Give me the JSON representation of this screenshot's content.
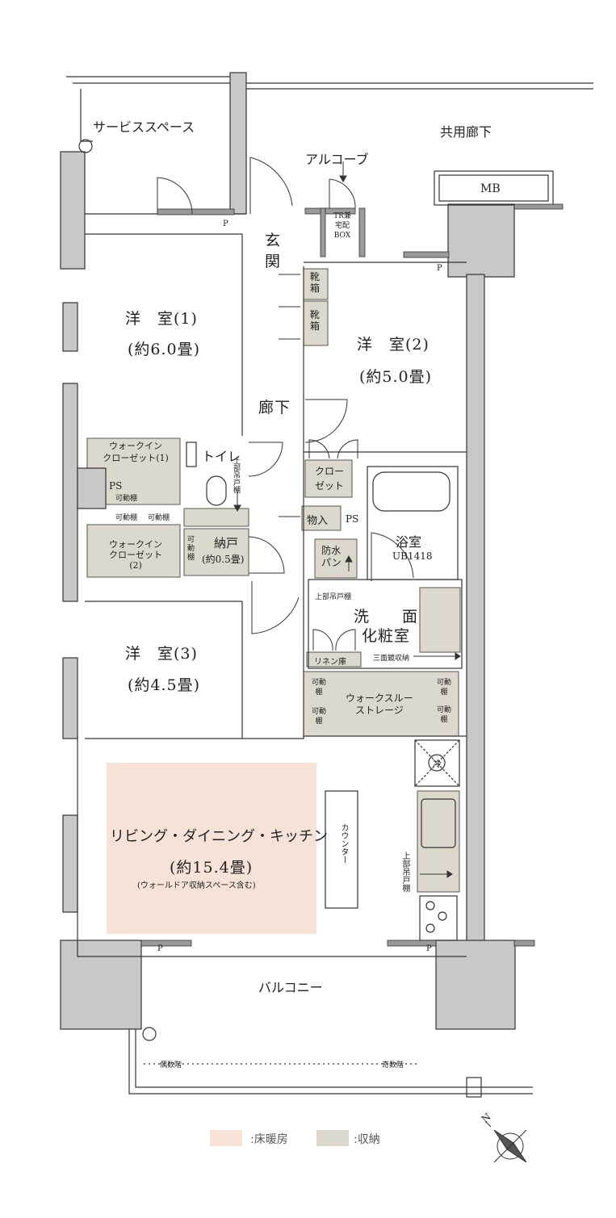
{
  "colors": {
    "floor_heating": "#f6e2d6",
    "storage": "#dcd9cc",
    "wall": "#c8c8c8",
    "line": "#333333"
  },
  "areas": {
    "service_space": "サービススペース",
    "common_corridor": "共用廊下",
    "alcove": "アルコーブ",
    "mb": "MB",
    "tr_box": [
      "TR兼",
      "宅配",
      "BOX"
    ],
    "entrance": [
      "玄",
      "関"
    ],
    "shoe_box_1": [
      "靴",
      "箱"
    ],
    "shoe_box_2": [
      "靴",
      "箱"
    ],
    "room1_name": "洋　室(1)",
    "room1_size": "(約6.0畳)",
    "room2_name": "洋　室(2)",
    "room2_size": "(約5.0畳)",
    "corridor": "廊下",
    "wic1": [
      "ウォークイン",
      "クローゼット(1)"
    ],
    "shelf_adjustable": "可動棚",
    "shelf_a": "可動棚",
    "shelf_b": "可動棚",
    "ps_left": "PS",
    "ps_mid": "PS",
    "toilet": "トイレ",
    "upper_cabinet_v": "上部吊戸棚",
    "closet": [
      "クロー",
      "ゼット"
    ],
    "storage_room": "物入",
    "wic2": [
      "ウォークイン",
      "クローゼット",
      "(2)"
    ],
    "nando_shelf": [
      "可",
      "動",
      "棚"
    ],
    "nando_name": "納戸",
    "nando_size": "(約0.5畳)",
    "waterproof_pan": [
      "防水",
      "パン"
    ],
    "bath_name": "浴室",
    "bath_code": "UB1418",
    "upper_cabinet_h": "上部吊戸棚",
    "washroom": [
      "洗　　面",
      "化粧室"
    ],
    "linen": "リネン庫",
    "mirror_storage": "三面鏡収納",
    "room3_name": "洋　室(3)",
    "room3_size": "(約4.5畳)",
    "walk_through_storage": [
      "ウォークスルー",
      "ストレージ"
    ],
    "shelf_wts": [
      "可動",
      "棚"
    ],
    "fridge": "冷",
    "ldk_name": "リビング・ダイニング・キッチン",
    "ldk_size": "(約15.4畳)",
    "ldk_note": "(ウォールドア収納スペース含む)",
    "counter": "カウンター",
    "kitchen_cabinet": "上部吊戸棚",
    "balcony": "バルコニー",
    "even_floor": "偶数階",
    "odd_floor": "奇数階",
    "p_mark": "P"
  },
  "legend": [
    {
      "label": ":床暖房",
      "color": "#f6e2d6"
    },
    {
      "label": ":収納",
      "color": "#dcd9cc"
    }
  ],
  "compass": {
    "direction": "N"
  }
}
